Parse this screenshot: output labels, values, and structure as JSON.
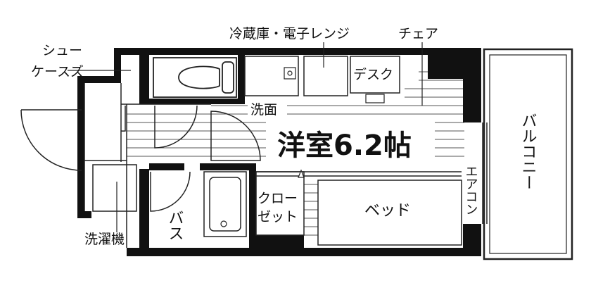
{
  "labels": {
    "room_main": "洋室6.2帖",
    "fridge_range": "冷蔵庫・電子レンジ",
    "chair": "チェア",
    "shoes_case_line1": "シュー",
    "shoes_case_line2": "ケースズ",
    "desk": "デスク",
    "washbasin": "洗面",
    "balcony": "バルコニー",
    "aircon": "エアコン",
    "closet_line1": "クロー",
    "closet_line2": "ゼット",
    "bed": "ベッド",
    "bath": "バス",
    "washing_machine": "洗濯機"
  },
  "colors": {
    "wall": "#111111",
    "line": "#222222",
    "background": "#ffffff"
  }
}
